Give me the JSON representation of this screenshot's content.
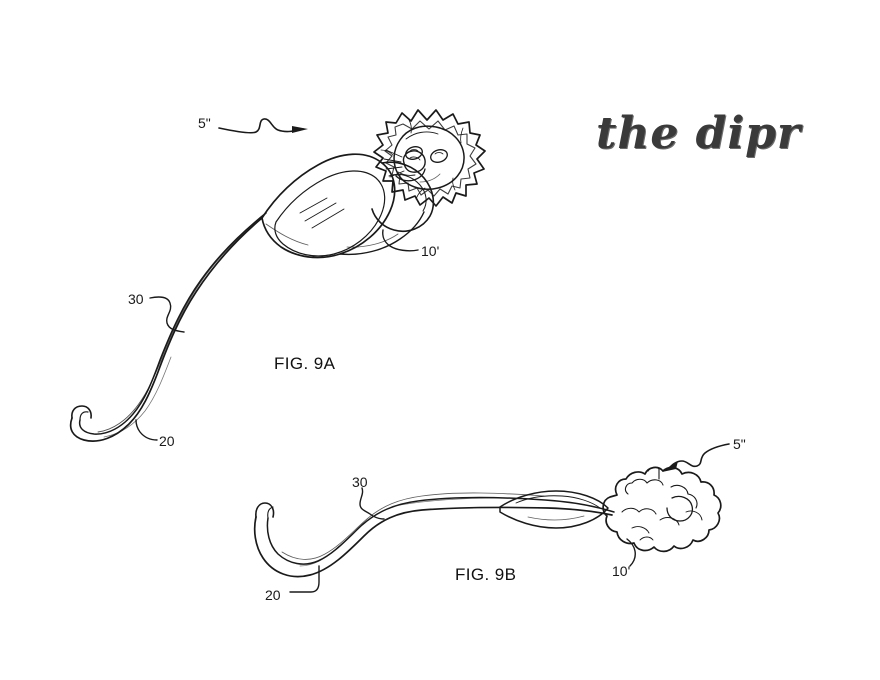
{
  "document": {
    "type": "patent-line-drawing",
    "background_color": "#ffffff",
    "line_color": "#1a1a1a"
  },
  "watermark": {
    "text": "the dipr",
    "color": "#3a3a3a"
  },
  "figures": [
    {
      "id": "fig-9a",
      "caption": "FIG. 9A",
      "view": "perspective view of lion-head spoon with hooked handle",
      "reference_numerals": [
        {
          "id": "ref-5-a",
          "label": "5\"",
          "points_to": "overall utensil"
        },
        {
          "id": "ref-10-a",
          "label": "10'",
          "points_to": "lion head / bowl"
        },
        {
          "id": "ref-30-a",
          "label": "30",
          "points_to": "handle shaft"
        },
        {
          "id": "ref-20-a",
          "label": "20",
          "points_to": "hook end"
        }
      ]
    },
    {
      "id": "fig-9b",
      "caption": "FIG. 9B",
      "view": "side elevation view of lion-head spoon with hooked handle",
      "reference_numerals": [
        {
          "id": "ref-5-b",
          "label": "5\"",
          "points_to": "overall utensil"
        },
        {
          "id": "ref-30-b",
          "label": "30",
          "points_to": "handle shaft"
        },
        {
          "id": "ref-20-b",
          "label": "20",
          "points_to": "hook end"
        },
        {
          "id": "ref-10-b",
          "label": "10'",
          "points_to": "lion head / bowl"
        }
      ]
    }
  ]
}
